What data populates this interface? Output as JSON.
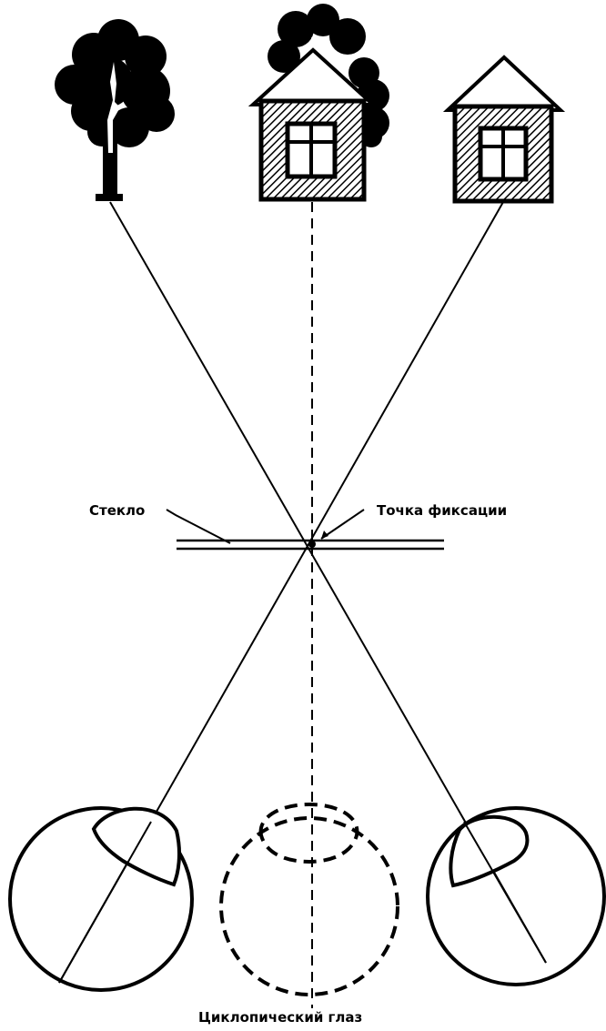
{
  "labels": {
    "glass": "Стекло",
    "fixation_point": "Точка фиксации",
    "cyclopean_eye": "Циклопический глаз"
  },
  "icons": {
    "tree": "tree-icon",
    "house_with_tree": "house-with-tree-icon",
    "house": "house-icon",
    "left_eye": "eye-icon",
    "cyclopean_eye": "dashed-eye-icon",
    "right_eye": "eye-icon"
  },
  "colors": {
    "ink": "#000000",
    "background": "#ffffff"
  }
}
